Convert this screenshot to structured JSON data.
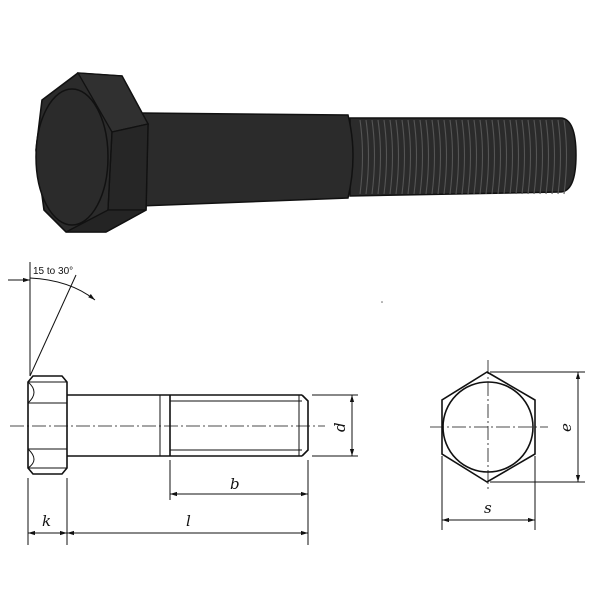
{
  "angle_label": "15 to 30°",
  "labels": {
    "k": "k",
    "l": "l",
    "b": "b",
    "d": "d",
    "s": "s",
    "e": "e"
  },
  "colors": {
    "bolt_fill": "#2b2b2b",
    "bolt_edge": "#111111",
    "line": "#111111",
    "background": "#ffffff"
  }
}
